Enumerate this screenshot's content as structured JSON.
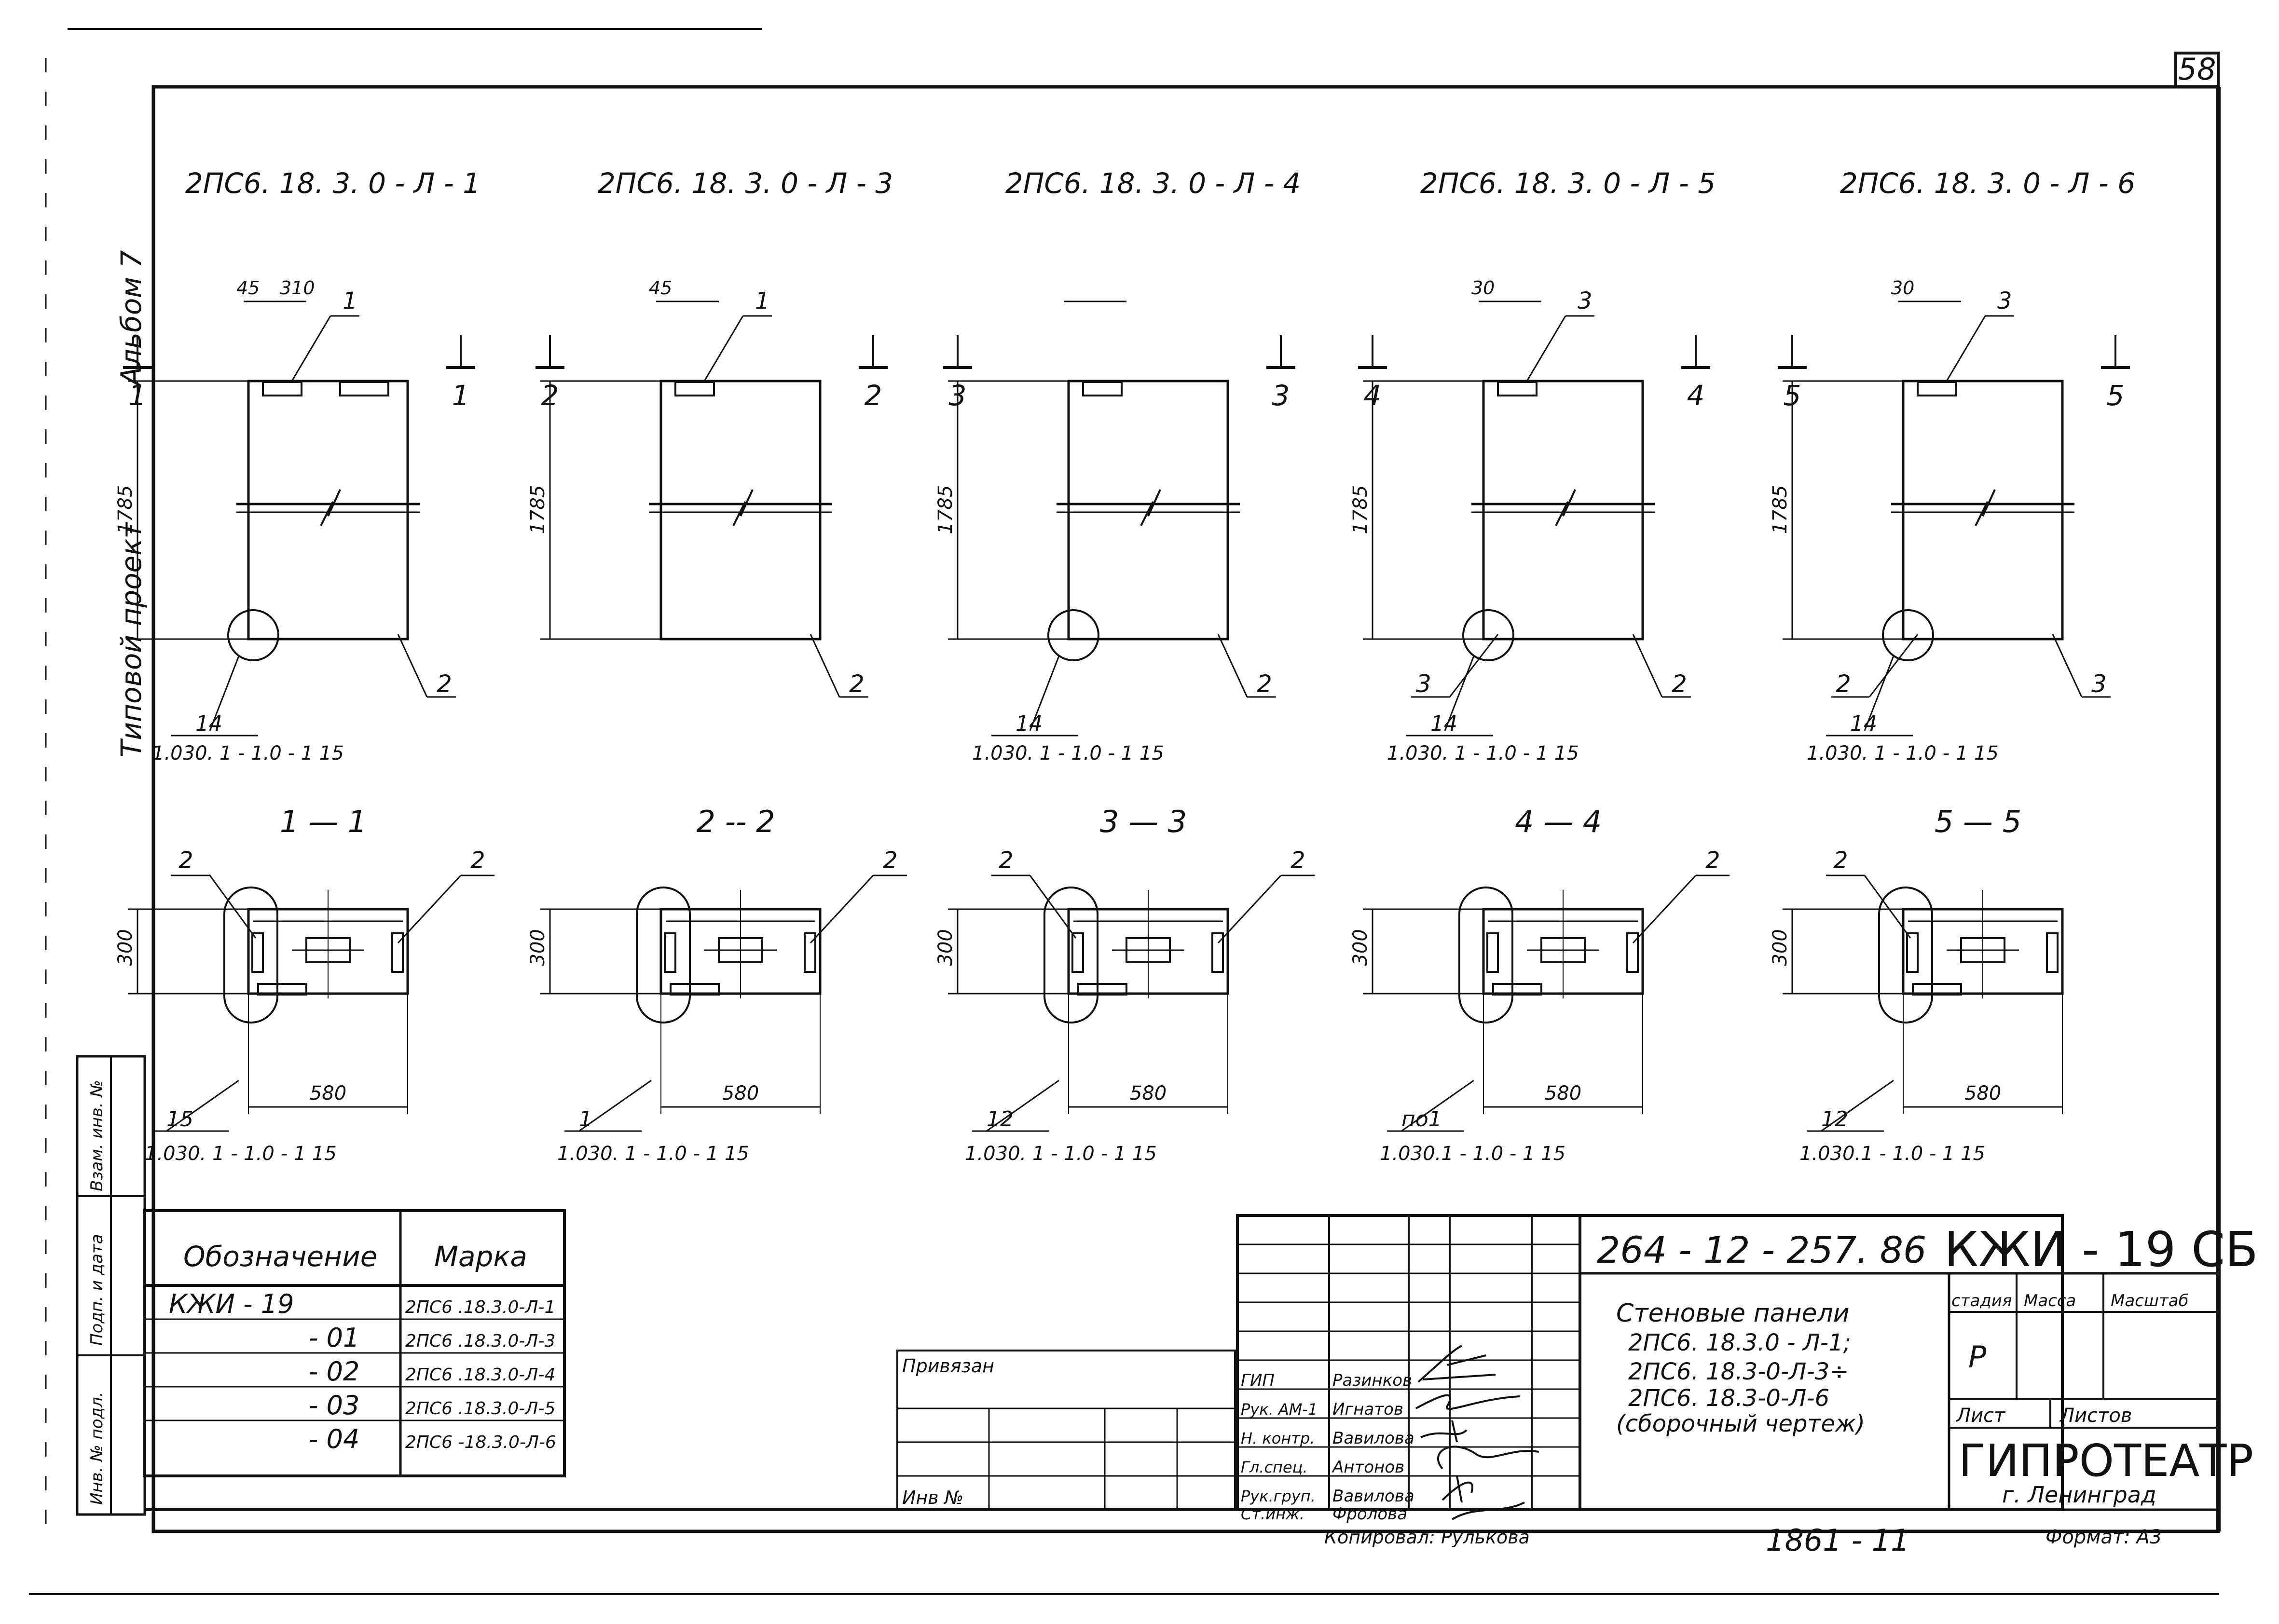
{
  "sheet": {
    "page_number": "58",
    "side_album": "Альбом 7",
    "side_project": "Типовой проект",
    "side_inv_labels": [
      "Взам. инв. №",
      "Подп. и дата",
      "Инв. № подл."
    ]
  },
  "panels": [
    {
      "mark": "2ПС6. 18. 3. 0 - Л - 1",
      "dim_height": "1785",
      "dims_top": [
        "45",
        "310"
      ],
      "section_no": "1",
      "top_callouts": [
        "1"
      ],
      "bottom_left_callout": "",
      "bottom_right_callout": "2",
      "detail_no": "14",
      "detail_ref": "1.030. 1 - 1.0 - 1  15"
    },
    {
      "mark": "2ПС6. 18. 3. 0 - Л - 3",
      "dim_height": "1785",
      "dims_top": [
        "45"
      ],
      "section_no": "2",
      "top_callouts": [
        "1"
      ],
      "bottom_left_callout": "",
      "bottom_right_callout": "2",
      "detail_no": "",
      "detail_ref": ""
    },
    {
      "mark": "2ПС6. 18. 3. 0 - Л - 4",
      "dim_height": "1785",
      "dims_top": [],
      "section_no": "3",
      "top_callouts": [],
      "bottom_left_callout": "",
      "bottom_right_callout": "2",
      "detail_no": "14",
      "detail_ref": "1.030. 1 - 1.0 - 1  15"
    },
    {
      "mark": "2ПС6. 18. 3. 0 - Л - 5",
      "dim_height": "1785",
      "dims_top": [
        "30"
      ],
      "section_no": "4",
      "top_callouts": [
        "3"
      ],
      "bottom_left_callout": "3",
      "bottom_right_callout": "2",
      "detail_no": "14",
      "detail_ref": "1.030. 1 - 1.0 - 1  15"
    },
    {
      "mark": "2ПС6. 18. 3. 0 - Л - 6",
      "dim_height": "1785",
      "dims_top": [
        "30"
      ],
      "section_no": "5",
      "top_callouts": [
        "3"
      ],
      "bottom_left_callout": "2",
      "bottom_right_callout": "3",
      "detail_no": "14",
      "detail_ref": "1.030. 1 - 1.0 - 1  15"
    }
  ],
  "sections": [
    {
      "title": "1 — 1",
      "dim_height": "300",
      "dim_width": "580",
      "callout_left": "2",
      "callout_right": "2",
      "detail_no": "15",
      "detail_ref": "1.030. 1 - 1.0 - 1  15"
    },
    {
      "title": "2 -- 2",
      "dim_height": "300",
      "dim_width": "580",
      "callout_left": "",
      "callout_right": "2",
      "detail_no": "1",
      "detail_ref": "1.030. 1 - 1.0 - 1  15"
    },
    {
      "title": "3 — 3",
      "dim_height": "300",
      "dim_width": "580",
      "callout_left": "2",
      "callout_right": "2",
      "detail_no": "12",
      "detail_ref": "1.030. 1 - 1.0 - 1  15"
    },
    {
      "title": "4 — 4",
      "dim_height": "300",
      "dim_width": "580",
      "callout_left": "",
      "callout_right": "2",
      "detail_no": "по1",
      "detail_ref": "1.030.1 - 1.0 - 1 15"
    },
    {
      "title": "5 — 5",
      "dim_height": "300",
      "dim_width": "580",
      "callout_left": "2",
      "callout_right": "",
      "detail_no": "12",
      "detail_ref": "1.030.1 - 1.0 - 1  15"
    }
  ],
  "spec_table": {
    "headers": [
      "Обозначение",
      "Марка"
    ],
    "rows": [
      {
        "designation": "КЖИ -  19",
        "mark": "2ПС6 .18.3.0-Л-1"
      },
      {
        "designation": "- 01",
        "mark": "2ПС6 .18.3.0-Л-3"
      },
      {
        "designation": "- 02",
        "mark": "2ПС6 .18.3.0-Л-4"
      },
      {
        "designation": "- 03",
        "mark": "2ПС6 .18.3.0-Л-5"
      },
      {
        "designation": "- 04",
        "mark": "2ПС6 -18.3.0-Л-6"
      }
    ]
  },
  "stamp": {
    "privyazan": "Привязан",
    "inv_no": "Инв №",
    "roles": [
      "ГИП",
      "Рук. АМ-1",
      "Н. контр.",
      "Гл.спец.",
      "Рук.груп.",
      "Ст.инж."
    ],
    "names": [
      "Разинков",
      "Игнатов",
      "Вавилова",
      "Антонов",
      "Вавилова",
      "Фролова"
    ],
    "project_code": "264 - 12 - 257. 86",
    "doc_code": "КЖИ - 19 СБ",
    "title_lines": [
      "Стеновые панели",
      "2ПС6. 18.3.0 - Л-1;",
      "2ПС6. 18.3-0-Л-3÷",
      "2ПС6. 18.3-0-Л-6",
      "(сборочный чертеж)"
    ],
    "stage_label": "стадия",
    "mass_label": "Масса",
    "scale_label": "Масштаб",
    "stage_value": "Р",
    "sheet_label": "Лист",
    "sheets_label": "Листов",
    "org": "ГИПРОТЕАТР",
    "city": "г. Ленинград",
    "copied_by": "Копировал: Рулькова",
    "format": "Формат: А3",
    "archive_no": "1861 - 11"
  }
}
